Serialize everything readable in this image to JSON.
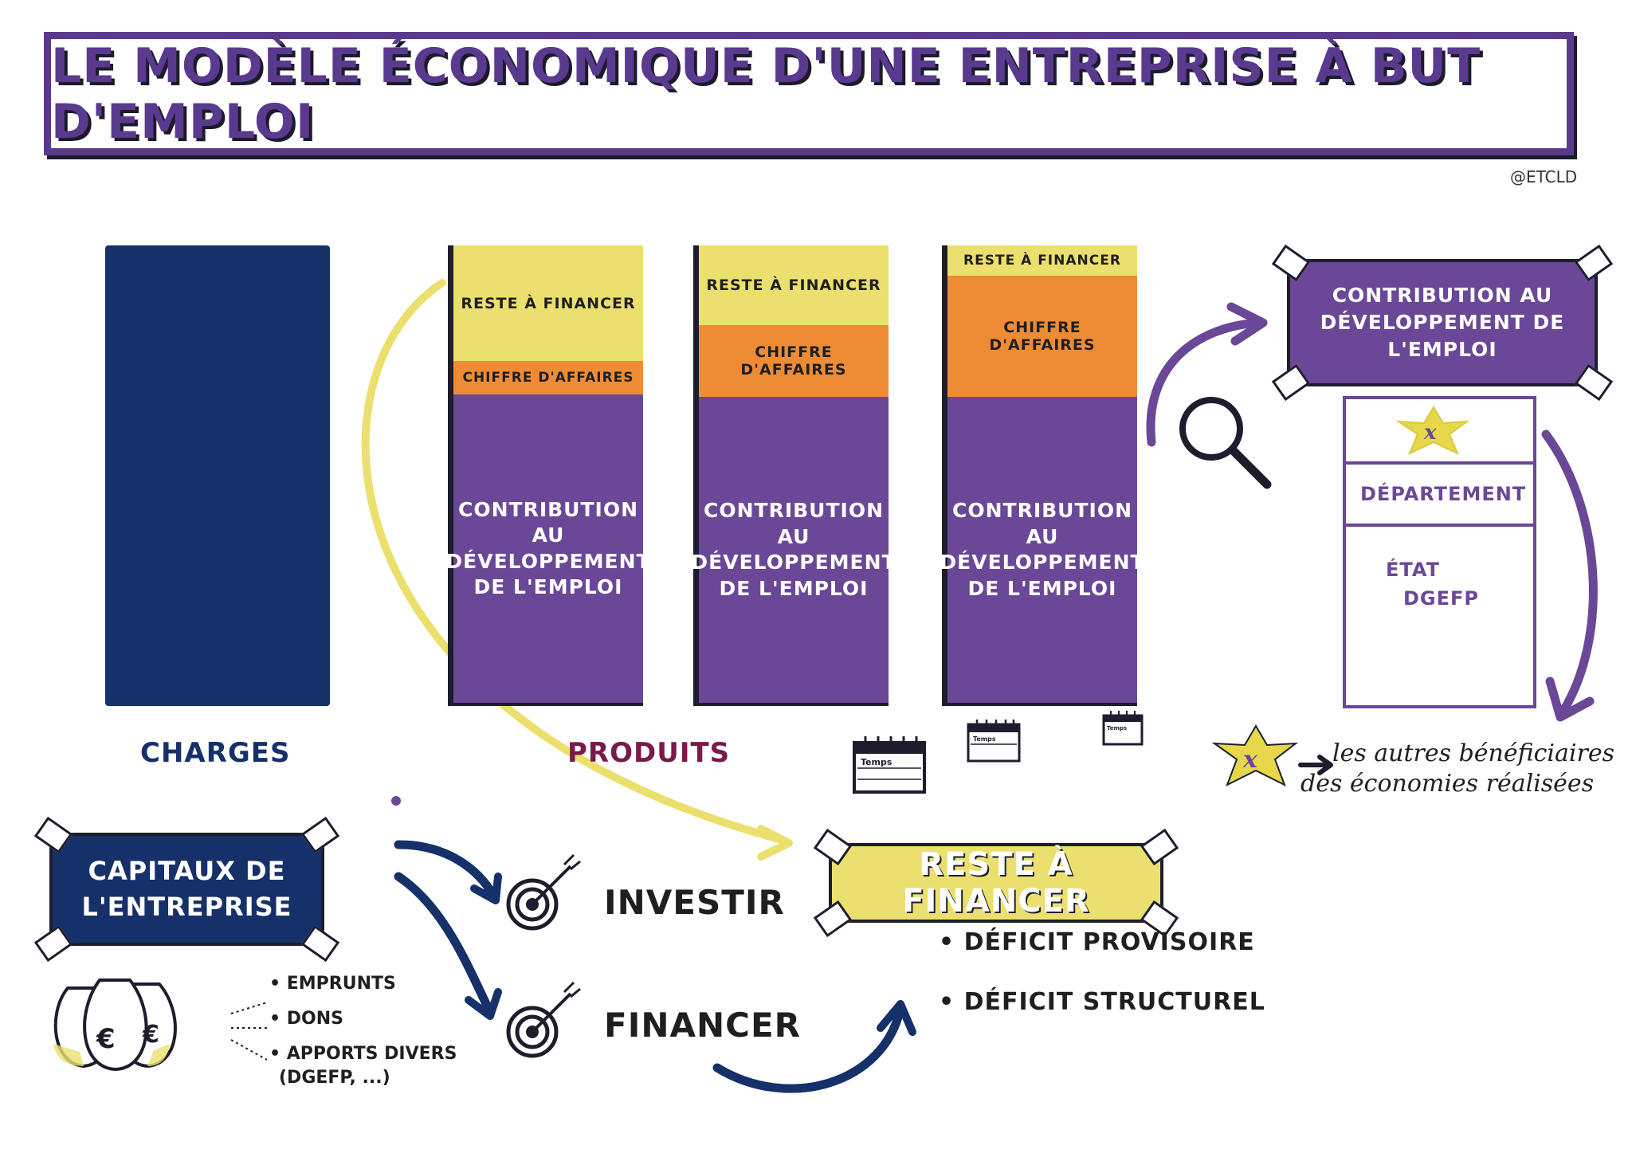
{
  "title": "Le modèle économique d'une entreprise à but d'emploi",
  "credit": "@ETCLD",
  "columns": {
    "reste_label": "Reste à financer",
    "ca_label": "Chiffre d'affaires",
    "contribution_label_l1": "Contribution",
    "contribution_label_l2": "au",
    "contribution_label_l3": "développement",
    "contribution_label_l4": "de l'emploi"
  },
  "axis": {
    "charges": "Charges",
    "produits": "Produits"
  },
  "temps_label": "Temps",
  "right_panel": {
    "banner_l1": "Contribution au",
    "banner_l2": "développement de l'emploi",
    "departement": "Département",
    "etat_l1": "État",
    "etat_l2": "DGEFP",
    "star_symbol": "x",
    "beneficiaires_l1": "les autres bénéficiaires",
    "beneficiaires_l2": "des économies réalisées"
  },
  "capitaux": {
    "banner_l1": "Capitaux de",
    "banner_l2": "l'entreprise",
    "items": [
      "Emprunts",
      "Dons",
      "Apports divers",
      "(DGEFP, ...)"
    ]
  },
  "actions": {
    "investir": "Investir",
    "financer": "Financer"
  },
  "reste_panel": {
    "banner": "Reste à financer",
    "items": [
      "Déficit provisoire",
      "Déficit structurel"
    ]
  },
  "colors": {
    "navy": "#16306a",
    "purple": "#6a4897",
    "yellow": "#ebe06e",
    "orange": "#ee8c36",
    "produits": "#7a1a4a"
  }
}
